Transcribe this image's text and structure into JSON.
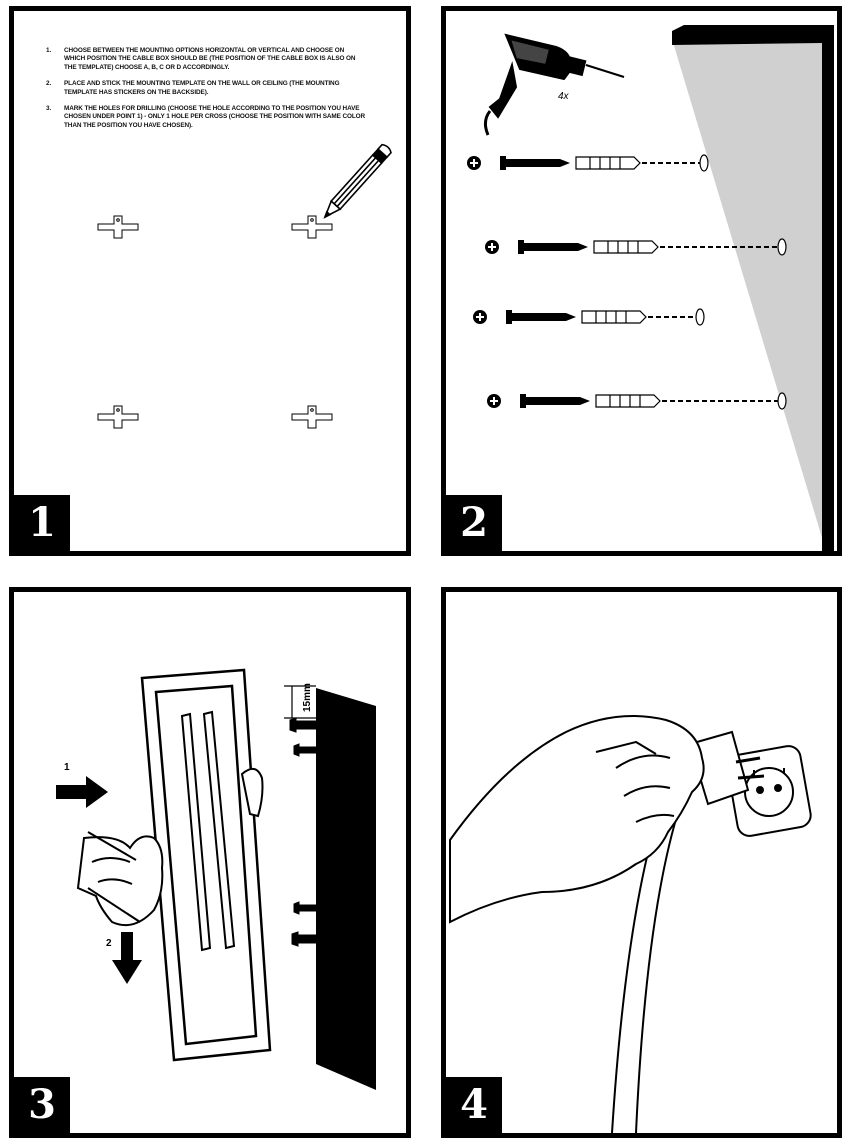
{
  "panels": [
    {
      "number": "1"
    },
    {
      "number": "2"
    },
    {
      "number": "3"
    },
    {
      "number": "4"
    }
  ],
  "panel1": {
    "instructions": [
      {
        "n": "1.",
        "text": "CHOOSE BETWEEN THE MOUNTING OPTIONS HORIZONTAL OR VERTICAL AND CHOOSE ON WHICH POSITION THE CABLE BOX SHOULD BE (THE POSITION OF THE CABLE BOX IS ALSO ON THE TEMPLATE) CHOOSE A, B, C OR D ACCORDINGLY."
      },
      {
        "n": "2.",
        "text": "PLACE AND STICK THE MOUNTING TEMPLATE ON THE WALL OR CEILING (THE MOUNTING TEMPLATE HAS STICKERS ON THE BACKSIDE)."
      },
      {
        "n": "3.",
        "text": "MARK THE HOLES FOR DRILLING (CHOOSE THE HOLE ACCORDING TO THE POSITION YOU HAVE CHOSEN UNDER POINT 1) - ONLY 1 HOLE PER CROSS (CHOOSE THE POSITION WITH SAME COLOR THAN THE POSITION YOU HAVE CHOSEN)."
      }
    ]
  },
  "panel2": {
    "drill_count": "4x"
  },
  "panel3": {
    "arrow1_label": "1",
    "arrow2_label": "2",
    "distance_label": "15mm"
  },
  "colors": {
    "ink": "#000000",
    "wall": "#d0d0d0",
    "paper": "#ffffff"
  }
}
